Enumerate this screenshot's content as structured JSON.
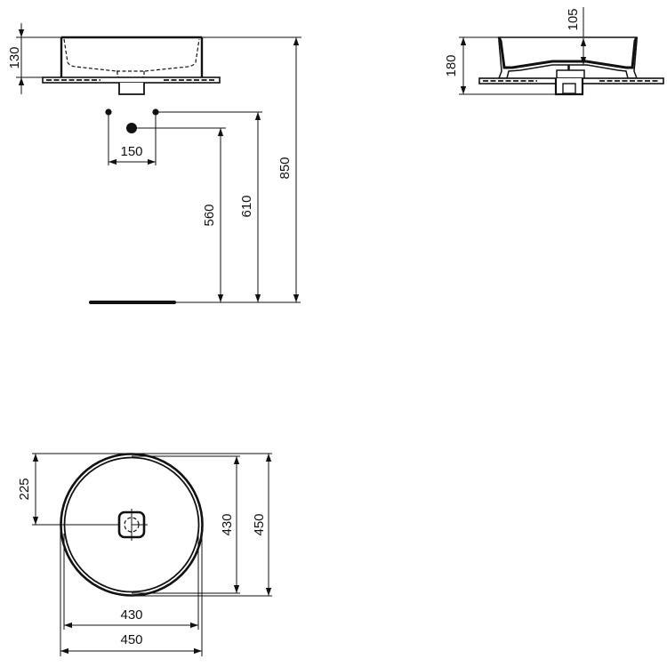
{
  "drawing": {
    "type": "technical dimension drawing",
    "subject": "round countertop washbasin",
    "units": "mm",
    "line_color": "#111111",
    "background": "#ffffff"
  },
  "front_view": {
    "height_label": "130",
    "tap_spacing_label": "150",
    "waste_height_label": "560",
    "supply_height_label": "610",
    "basin_top_height_label": "850"
  },
  "side_view": {
    "height_label": "180",
    "bowl_depth_label": "105"
  },
  "plan_view": {
    "drain_offset_label": "225",
    "inner_depth_label": "430",
    "outer_depth_label": "450",
    "inner_width_label": "430",
    "outer_width_label": "450"
  }
}
